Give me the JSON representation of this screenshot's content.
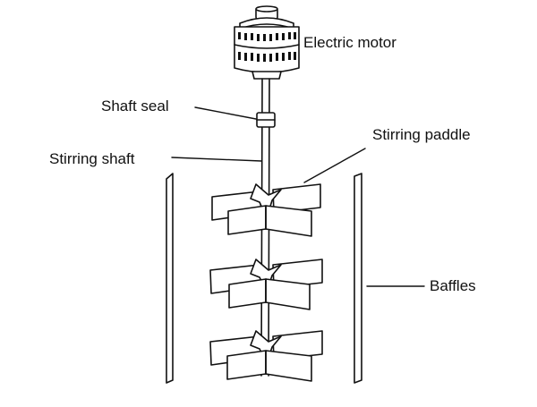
{
  "labels": {
    "electric_motor": "Electric motor",
    "shaft_seal": "Shaft seal",
    "stirring_shaft": "Stirring shaft",
    "stirring_paddle": "Stirring paddle",
    "baffles": "Baffles"
  },
  "colors": {
    "line": "#111111",
    "background": "#ffffff",
    "fill": "#ffffff"
  },
  "icons": [
    "electric-motor-icon",
    "stirring-paddle-icon",
    "baffle-icon"
  ]
}
